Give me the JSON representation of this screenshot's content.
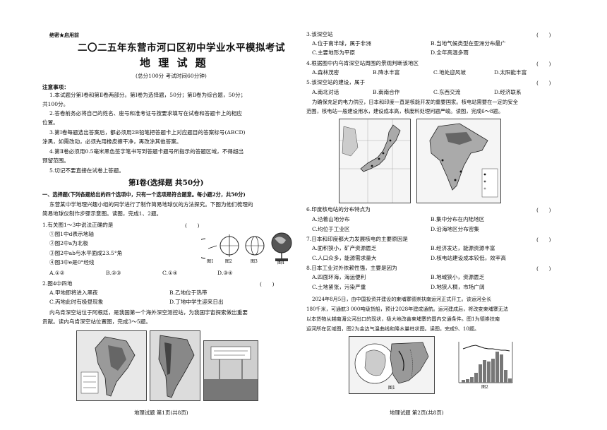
{
  "left": {
    "secret": "绝密★启用前",
    "title1": "二〇二五年东营市河口区初中学业水平模拟考试",
    "title2": "地 理 试 题",
    "score": "(总分100分  考试时间60分钟)",
    "notice_head": "注意事项：",
    "notice": [
      "1.本试题分第Ⅰ卷和第Ⅱ卷两部分。第Ⅰ卷为选择题，50分；第Ⅱ卷为综合题，50分；",
      "共100分。",
      "2.答卷前务必将自己的姓名、座号和准考证号按要求填写在试卷和答题卡上的相应",
      "位置。",
      "3.第Ⅰ卷每题选出答案后，都必须用2B铅笔把答题卡上对应题目的答案标号(ABCD)",
      "涂黑，如需改动，必须先用橡皮擦干净，再改涂其他答案。",
      "4.第Ⅱ卷必须用0.5毫米黑色签字笔书写到答题卡题号所指示的答题区域，不得超出",
      "预留范围。",
      "5.切记不要直接在试卷上答题。"
    ],
    "part_title": "第Ⅰ卷(选择题   共50分)",
    "mc_intro": "一、选择题(下列各题给出的四个选项中，只有一个选项是符合题意。每小题2分，共50分)",
    "mc_para": [
      "东营某中学地理兴趣小组的同学进行了制作简易地球仪的方法探究。下图为他们梳理的",
      "简易地球仪制作步骤示意图。读图，完成1、2题。"
    ],
    "q1": "1.有关图1～3中说法正确的是",
    "q1_opts": [
      "①图1中d表示地轴",
      "②图2中a为北极",
      "③图2中ab与水平面成23.5°角",
      "④图3中e是0°经线"
    ],
    "q1_choices": [
      "A.①②",
      "B.②③",
      "C.①④",
      "D.③④"
    ],
    "fig_labels": [
      "图1",
      "图2",
      "图3",
      "图4"
    ],
    "q2": "2.图4中四地",
    "q2_choices": [
      "A.甲地即将进入黑夜",
      "B.乙地位于热带",
      "C.丙地此时有极昼现象",
      "D.丁地中学生迎来日出"
    ],
    "para2": [
      "内乌肯深空站位于阿根廷，是我国第一个海外深空测控站，为我国宇宙探索做出重要",
      "贡献。读内乌肯深空站位置图，完成3～5题。"
    ],
    "footer": "地理试题   第1页(共8页)"
  },
  "right": {
    "q3_stem": "3.该深空站",
    "q3_choices": [
      "A.位于南半球，属于非洲",
      "B.当地气候类型在亚洲分布最广",
      "C.主要地形为平原",
      "D.全年高温多雨"
    ],
    "q4_stem": "4.根据图中内乌肯深空站周围的景观判断该地区",
    "q4_choices": [
      "A.森林茂密",
      "B.降水丰富",
      "C.地处迎风坡",
      "D.太阳能丰富"
    ],
    "q5_stem": "5.该深空站的建设，属于",
    "q5_choices": [
      "A.南北对话",
      "B.南南合作",
      "C.东西交流",
      "D.经济联系"
    ],
    "para3": [
      "为确保充足的电力供应，日本和印度一直是核能开发的重要国家。核电站需要在一定的安全",
      "范围，核电站一般建设用水，建设成本高，核废料处理问题严峻。读图，完成6～8题。"
    ],
    "q6_stem": "6.印度核电站的分布特点为",
    "q6_choices": [
      "A.沿着山地分布",
      "B.集中分布在内陆地区",
      "C.均位于工业区",
      "D.沿海地区分布密集"
    ],
    "q7_stem": "7.日本和印度都大力发展核电的主要原因是",
    "q7_choices": [
      "A.面积狭小，矿产资源匮乏",
      "B.经济发达，能源资源丰富",
      "C.人口众多，能源需求量大",
      "D.核电站建设成本较低，效率高"
    ],
    "q8_stem": "8.日本工业对外依赖性强，主要是因为",
    "q8_choices": [
      "A.四面环海，海运便利",
      "B.地域狭小，资源匮乏",
      "C.土地紧张，污染严重",
      "D.地狭人稠，市场广阔"
    ],
    "para4": [
      "2024年8月5日，由中国投资并建设的柬埔寨德崇扶南运河正式开工。该运河全长",
      "180千米，可通航3 000吨级货船，预计2028年建成通航。运河建成后，将改变柬埔寨无法",
      "以本货物从越南湄公河出口的现状，极大地改善柬埔寨的国内交通条件。图1为德崇扶南",
      "运河所在区域图，图2为金边气温曲线和降水量柱状图。读图，完成9、10题。"
    ],
    "fig_labels": [
      "图1",
      "图2"
    ],
    "footer": "地理试题   第2页(共8页)"
  }
}
